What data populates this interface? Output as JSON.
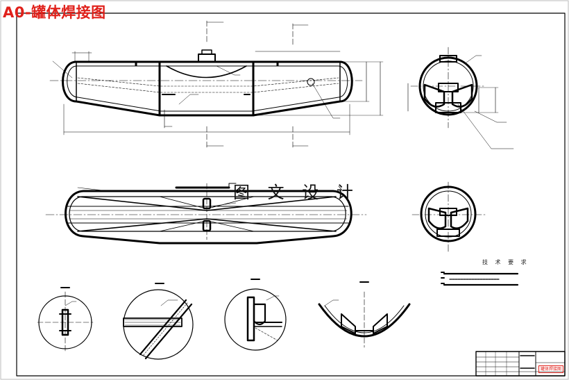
{
  "drawing": {
    "title": "A0-罐体焊接图",
    "watermark": "图 文 设 计",
    "technical_requirements_heading": "技 术 要 求",
    "title_block_name": "罐体焊接图",
    "colors": {
      "title": "#e0211b",
      "line": "#000000",
      "background": "#ffffff"
    },
    "views": [
      "front-elevation-view",
      "side-section-view",
      "plan-view",
      "section-view-b-b",
      "detail-view-1",
      "detail-view-2",
      "detail-view-3",
      "detail-view-4"
    ]
  }
}
